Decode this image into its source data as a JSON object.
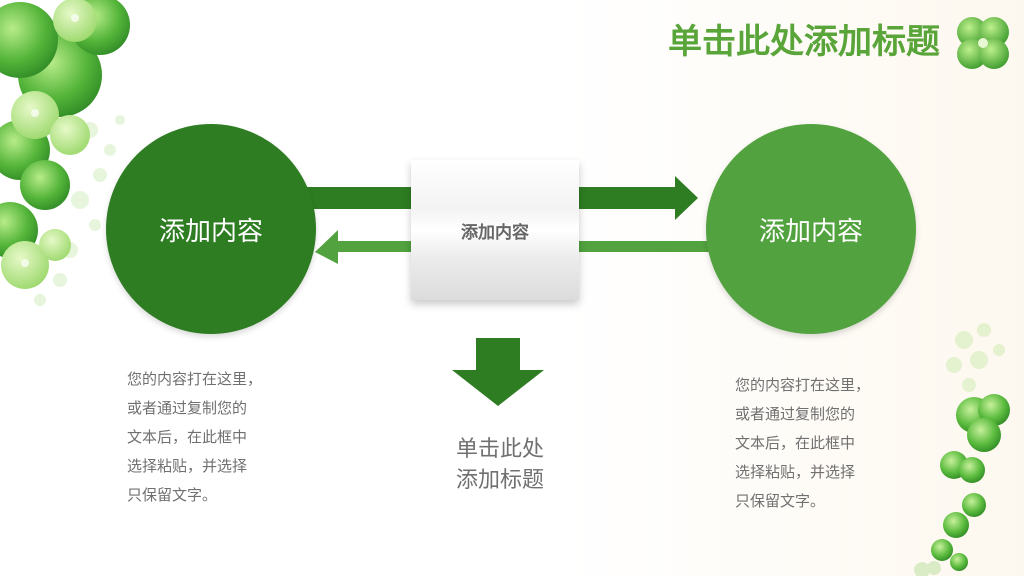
{
  "slide": {
    "title": "单击此处添加标题",
    "left_circle_label": "添加内容",
    "right_circle_label": "添加内容",
    "center_box_label": "添加内容",
    "bottom_caption_lines": [
      "单击此处",
      "添加标题"
    ],
    "left_text_lines": [
      "您的内容打在这里，",
      "或者通过复制您的",
      "文本后，在此框中",
      "选择粘贴，并选择",
      "只保留文字。"
    ],
    "right_text_lines": [
      "您的内容打在这里，",
      "或者通过复制您的",
      "文本后，在此框中",
      "选择粘贴，并选择",
      "只保留文字。"
    ]
  },
  "colors": {
    "dark_green": "#2e7d22",
    "mid_green": "#52a33f",
    "title_green": "#5aa53a",
    "text_gray": "#707070"
  },
  "icons": [
    "clover-decoration-left",
    "clover-decoration-right",
    "clover-title-icon",
    "arrow-right-icon",
    "arrow-left-icon",
    "arrow-down-icon"
  ]
}
